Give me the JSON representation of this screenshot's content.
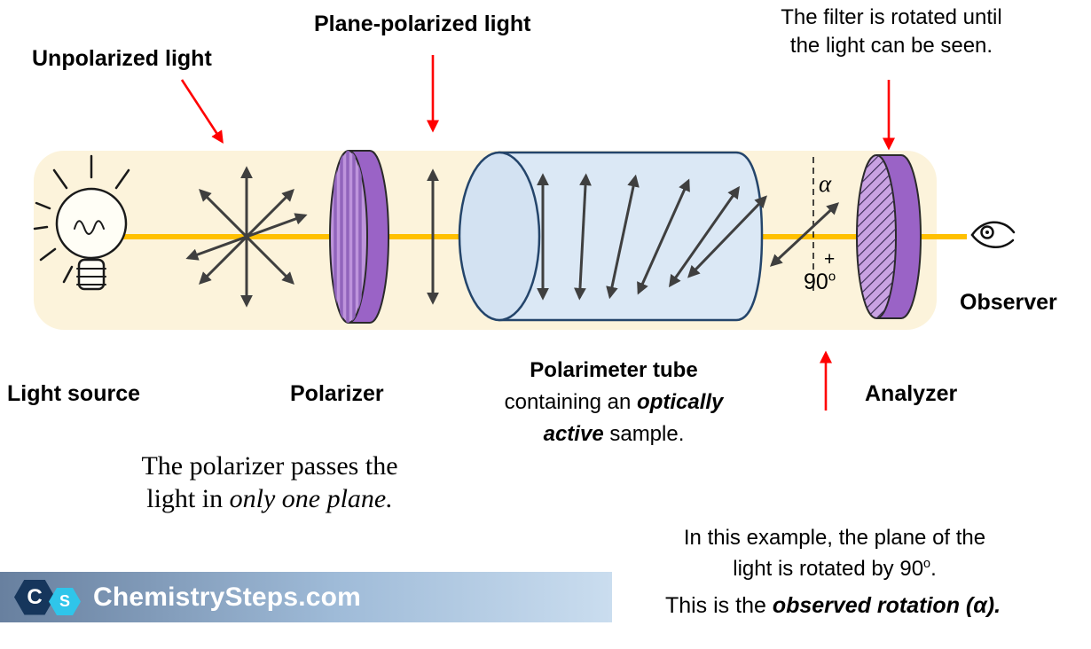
{
  "top_labels": {
    "unpolarized": "Unpolarized light",
    "plane_polarized": "Plane-polarized light",
    "filter_note_line1": "The filter is rotated until",
    "filter_note_line2": "the light can be seen."
  },
  "component_labels": {
    "light_source": "Light source",
    "polarizer": "Polarizer",
    "polarimeter_line1": "Polarimeter tube",
    "polarimeter_line2_plain": "containing an ",
    "polarimeter_line2_emph": "optically",
    "polarimeter_line3_emph": "active",
    "polarimeter_line3_plain": " sample.",
    "analyzer": "Analyzer",
    "observer": "Observer"
  },
  "angle_annotations": {
    "alpha": "α",
    "plus": "+",
    "angle_value": "90",
    "angle_sup": "o"
  },
  "notes": {
    "polarizer_note_line1": "The polarizer passes the",
    "polarizer_note_line2_plain": "light in ",
    "polarizer_note_line2_emph": "only one plane.",
    "rotation_note_line1": "In this example, the plane of the",
    "rotation_note_line2_prefix": "light is rotated by 90",
    "rotation_note_line2_sup": "o",
    "rotation_note_line2_suffix": ".",
    "observed_note_plain": "This is the ",
    "observed_note_emph": "observed rotation (α)."
  },
  "footer": {
    "brand_text": "ChemistrySteps.com",
    "logo_letter_c": "C",
    "logo_letter_s": "S"
  },
  "icons": {
    "light_source": "light-bulb-icon",
    "observer": "eye-icon"
  },
  "colors": {
    "beam_yellow": "#FFC000",
    "band_cream": "#FCF3DB",
    "disk_purple": "#9A63C6",
    "disk_purple_light": "#BE94DC",
    "tube_fill": "#DBE8F5",
    "tube_outline": "#24456B",
    "arrow_gray": "#3F3F3F",
    "pointer_red": "#FF0000",
    "banner_gradient_left": "#68809F",
    "banner_gradient_right": "#CADDEF",
    "logo_navy": "#16365C",
    "logo_cyan": "#2FC5EA"
  }
}
